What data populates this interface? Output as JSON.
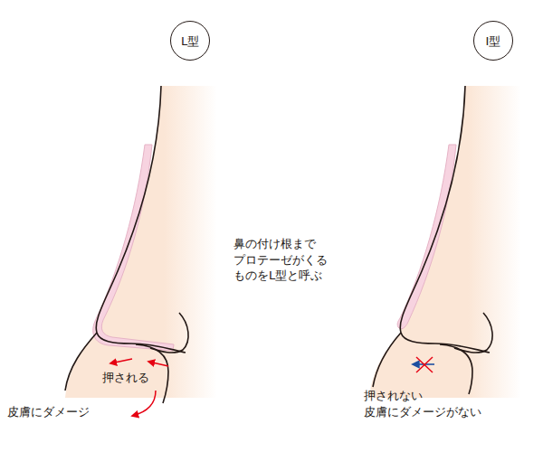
{
  "diagram": {
    "nodes": [
      {
        "text": [
          "L型"
        ]
      },
      {
        "text": [
          "I型"
        ]
      }
    ],
    "labels": [
      "鼻の付け根まで プロテーゼがくる ものをL型と呼ぶ",
      "押される",
      "皮膚にダメージ",
      "押されない 皮膚にダメージがない"
    ]
  }
}
